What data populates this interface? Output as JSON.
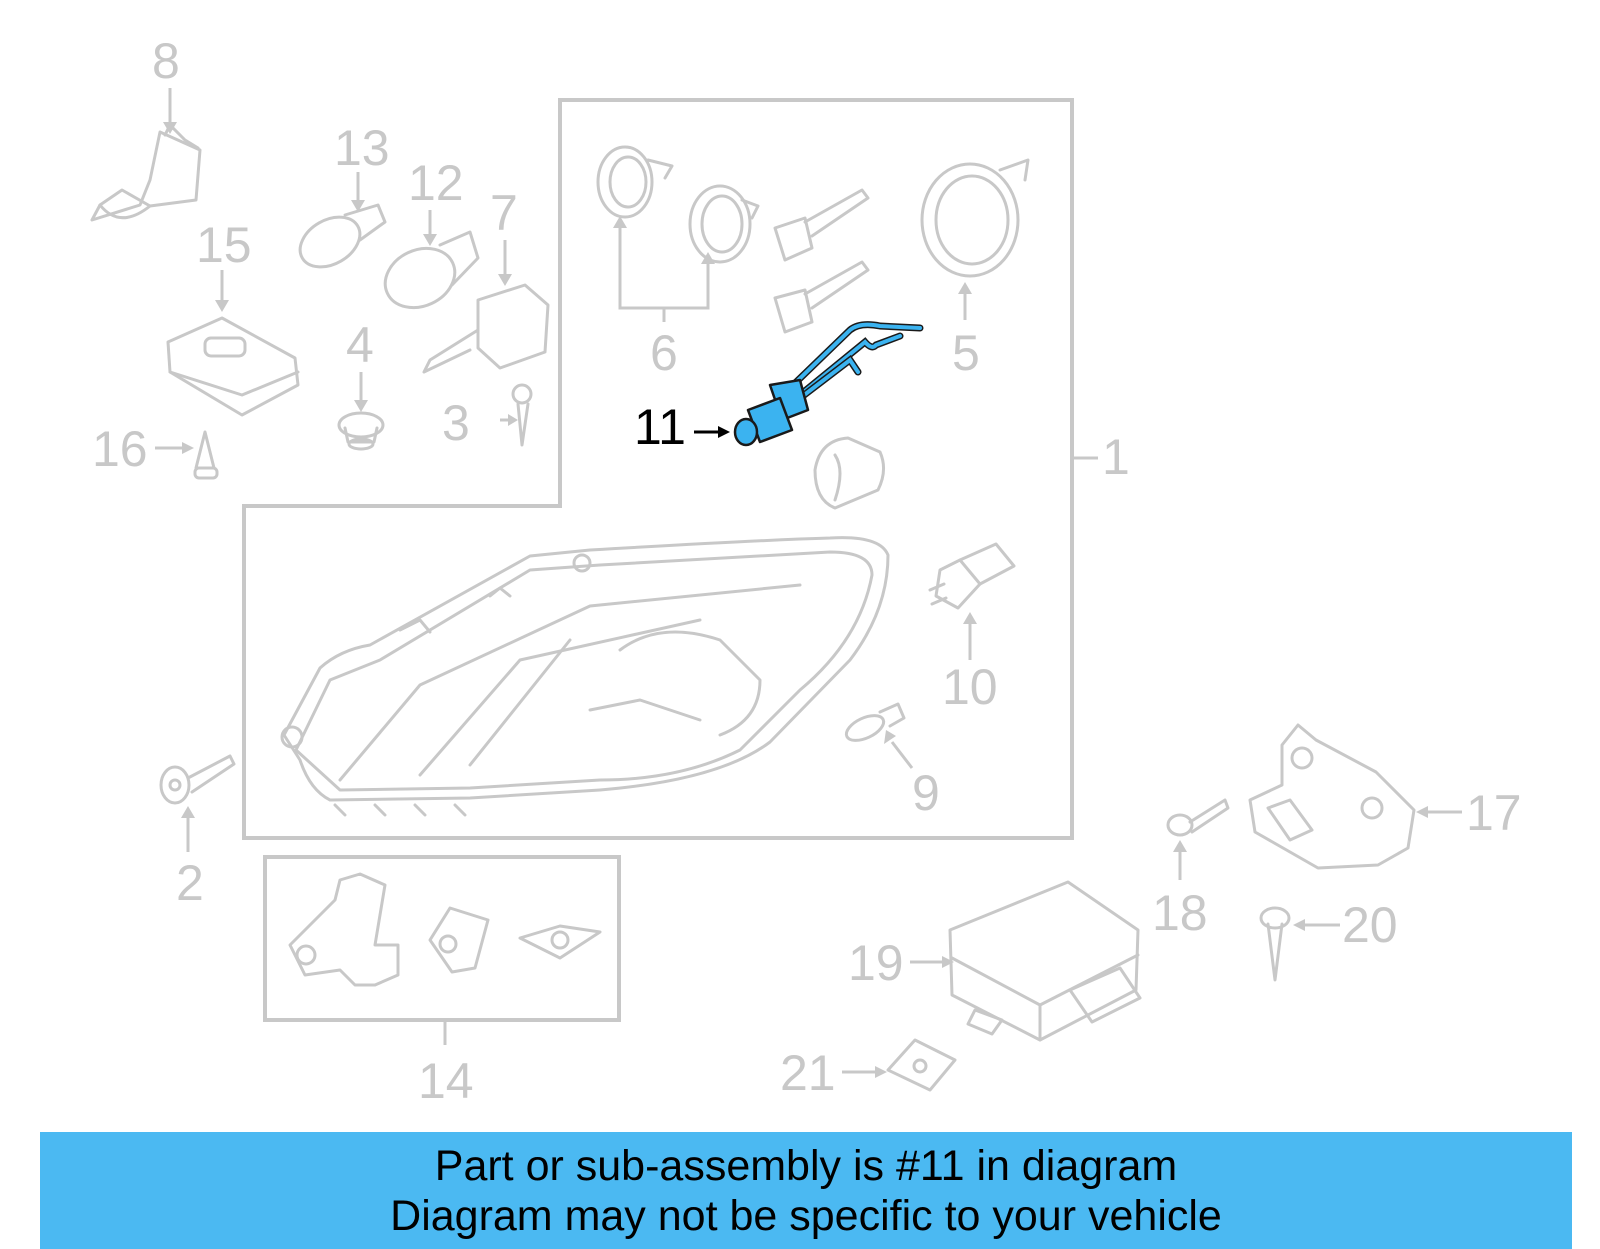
{
  "diagram": {
    "labels": {
      "p1": "1",
      "p2": "2",
      "p3": "3",
      "p4": "4",
      "p5": "5",
      "p6": "6",
      "p7": "7",
      "p8": "8",
      "p9": "9",
      "p10": "10",
      "p11": "11",
      "p12": "12",
      "p13": "13",
      "p14": "14",
      "p15": "15",
      "p16": "16",
      "p17": "17",
      "p18": "18",
      "p19": "19",
      "p20": "20",
      "p21": "21"
    },
    "highlight_color": "#3bb3f0",
    "muted_color": "#c8c8c8"
  },
  "banner": {
    "line1": "Part or sub-assembly is #11 in diagram",
    "line2": "Diagram may not be specific to your vehicle",
    "background": "#4bb9f2"
  }
}
